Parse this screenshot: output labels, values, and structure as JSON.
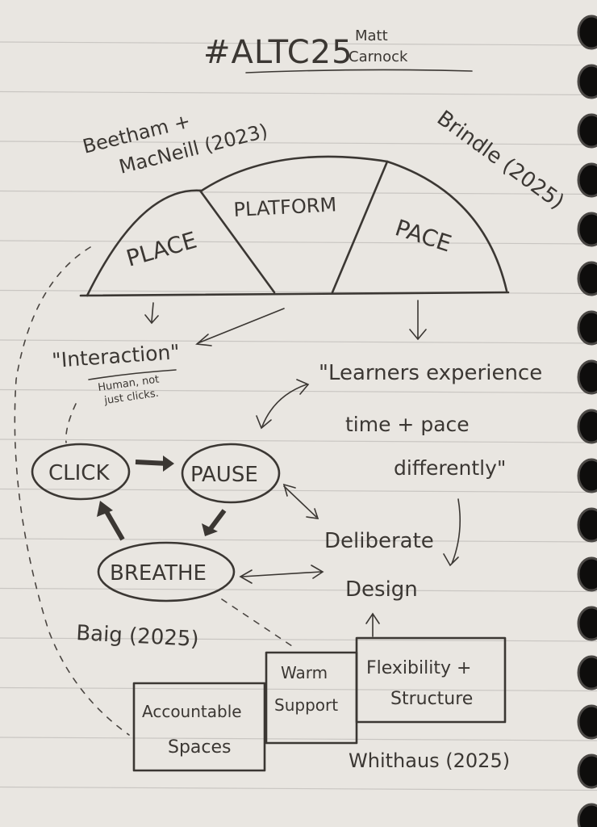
{
  "header": {
    "title": "#ALTC25",
    "author_line1": "Matt",
    "author_line2": "Carnock"
  },
  "citations": {
    "beetham_line1": "Beetham +",
    "beetham_line2": "MacNeill (2023)",
    "brindle": "Brindle (2025)",
    "baig": "Baig (2025)",
    "whithaus": "Whithaus (2025)"
  },
  "arch": {
    "segments": [
      "PLACE",
      "PLATFORM",
      "PACE"
    ]
  },
  "notes": {
    "interaction": "\"Interaction\"",
    "interaction_sub1": "Human, not",
    "interaction_sub2": "just clicks.",
    "quote_line1": "\"Learners experience",
    "quote_line2": "time + pace",
    "quote_line3": "differently\""
  },
  "cycle": {
    "click": "CLICK",
    "pause": "PAUSE",
    "breathe": "BREATHE"
  },
  "design": {
    "line1": "Deliberate",
    "line2": "Design"
  },
  "boxes": {
    "accountable_line1": "Accountable",
    "accountable_line2": "Spaces",
    "warm_line1": "Warm",
    "warm_line2": "Support",
    "flex_line1": "Flexibility +",
    "flex_line2": "Structure"
  }
}
